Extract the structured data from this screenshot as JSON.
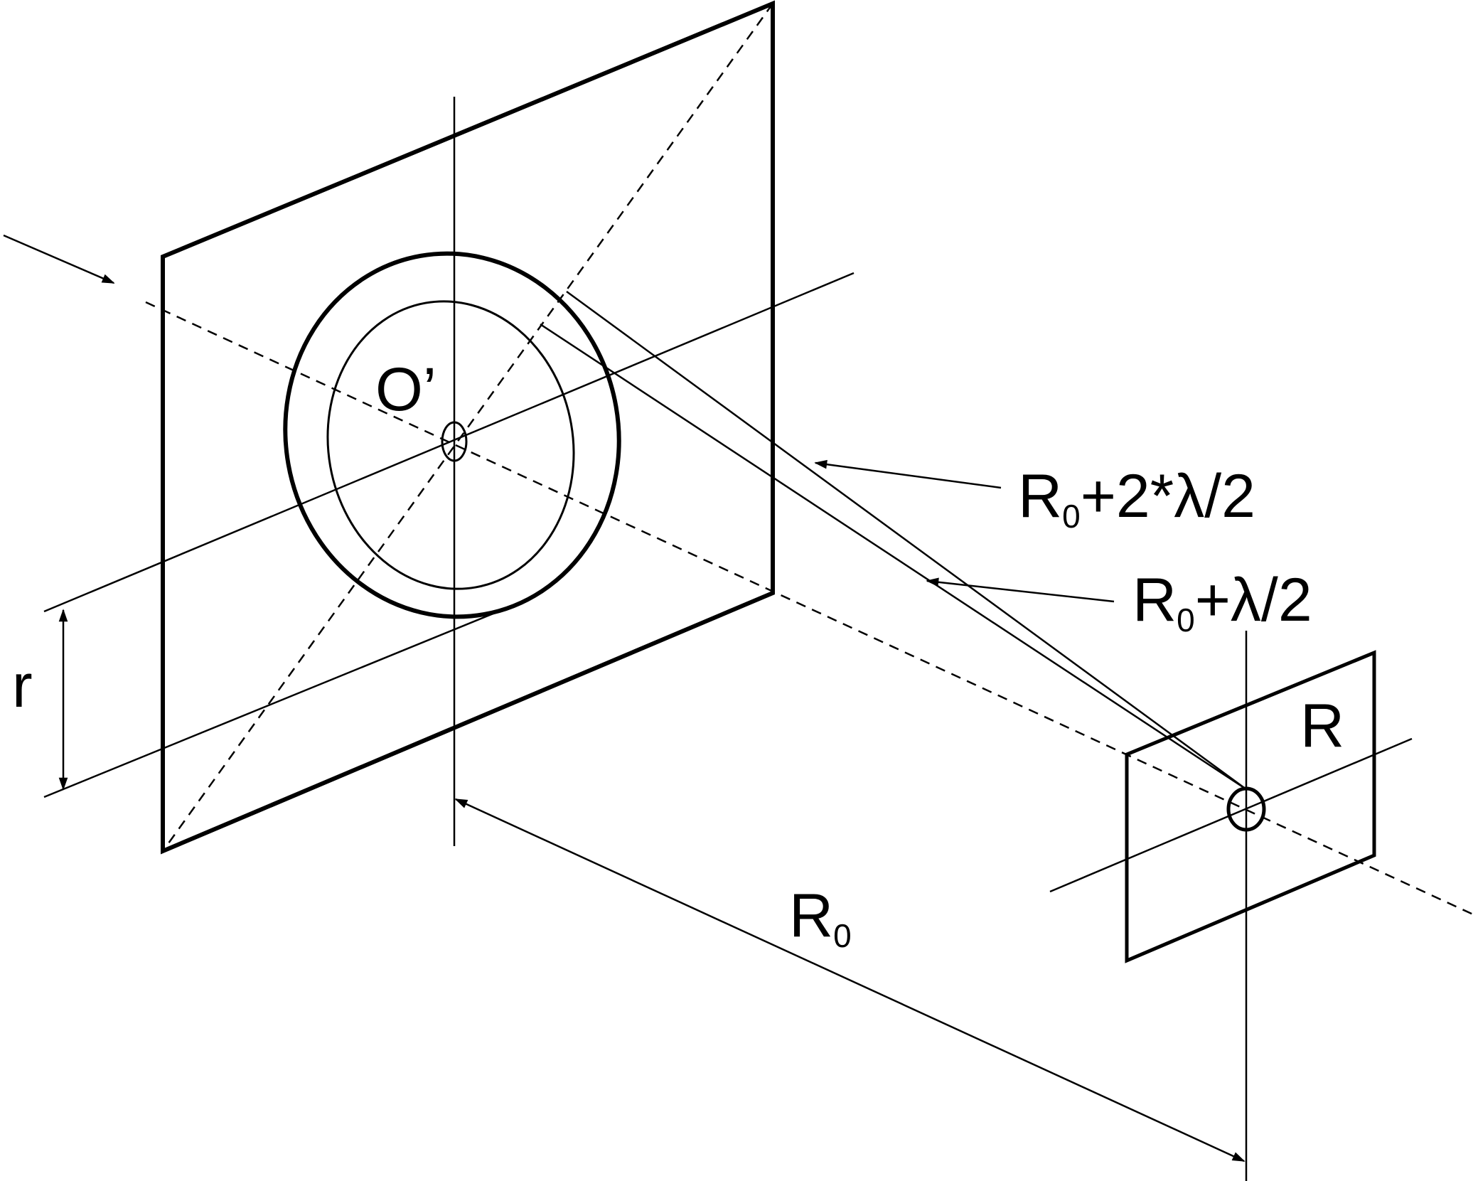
{
  "colors": {
    "ink": "#000000",
    "background": "#ffffff"
  },
  "labels": {
    "center_label": "O’",
    "far_point_label": "R",
    "radius_label": "r",
    "distance": {
      "base": "R",
      "subscript": "0"
    },
    "path_outer": {
      "base": "R",
      "subscript": "0",
      "rest": "+2*λ/2"
    },
    "path_inner": {
      "base": "R",
      "subscript": "0",
      "rest": "+λ/2"
    }
  }
}
